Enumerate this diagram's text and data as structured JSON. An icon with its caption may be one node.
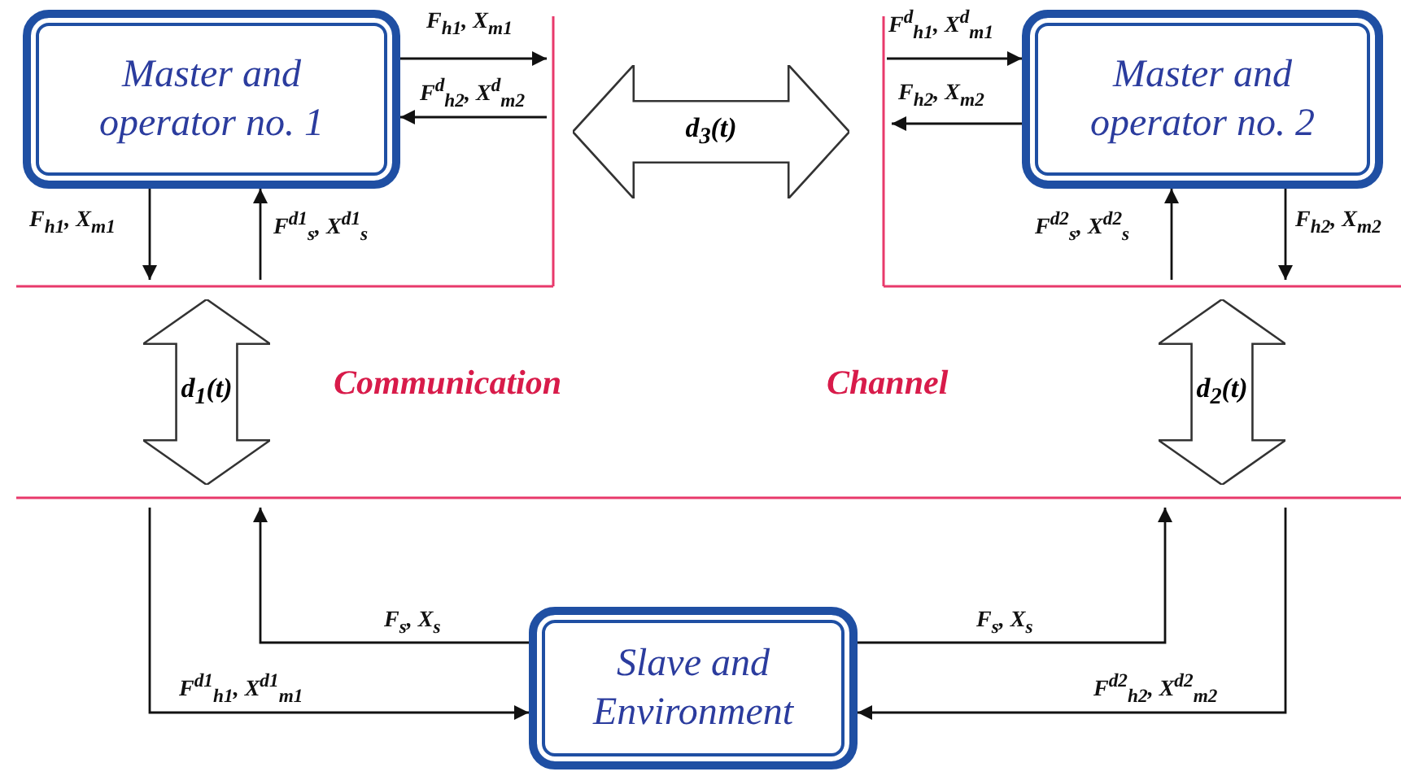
{
  "diagram": {
    "nodes": [
      {
        "text": [
          "Master and operator no. 1"
        ]
      },
      {
        "text": [
          "d$_{3}$(t)"
        ]
      },
      {
        "text": [
          "Master and operator no. 2"
        ]
      },
      {
        "text": [
          "d$_{1}$(t)"
        ]
      },
      {
        "text": [
          "d$_{2}$(t)"
        ]
      },
      {
        "text": [
          "Slave and Environment"
        ]
      }
    ],
    "edges": [
      {
        "from": 0,
        "to": null,
        "arrow": "to",
        "label": "F$_{h1}$, X$_{m1}$"
      },
      {
        "from": null,
        "to": 0,
        "arrow": "to",
        "label": "F$^{d}$$_{h2}$, X$^{d}$$_{m2}$"
      },
      {
        "from": 0,
        "to": null,
        "arrow": "to",
        "label": "F$_{h1}$, X$_{m1}$"
      },
      {
        "from": null,
        "to": 0,
        "arrow": "to",
        "label": "F$^{d1}$$_{s}$, X$^{d1}$$_{s}$"
      },
      {
        "from": null,
        "to": 2,
        "arrow": "to",
        "label": "F$^{d}$$_{h1}$, X$^{d}$$_{m1}$"
      },
      {
        "from": 2,
        "to": null,
        "arrow": "to",
        "label": "F$_{h2}$, X$_{m2}$"
      },
      {
        "from": null,
        "to": 2,
        "arrow": "to",
        "label": "F$^{d2}$$_{s}$, X$^{d2}$$_{s}$"
      },
      {
        "from": 2,
        "to": null,
        "arrow": "to",
        "label": "F$_{h2}$, X$_{m2}$"
      },
      {
        "from": 5,
        "to": null,
        "arrow": "to",
        "label": "F$_{s}$, X$_{s}$"
      },
      {
        "from": null,
        "to": 5,
        "arrow": "to",
        "label": "F$^{d1}$$_{h1}$, X$^{d1}$$_{m1}$"
      },
      {
        "from": 5,
        "to": null,
        "arrow": "to",
        "label": "F$_{s}$, X$_{s}$"
      },
      {
        "from": null,
        "to": 5,
        "arrow": "to",
        "label": "F$^{d2}$$_{h2}$, X$^{d2}$$_{m2}$"
      }
    ],
    "labels": [
      "Communication",
      "Channel"
    ]
  }
}
